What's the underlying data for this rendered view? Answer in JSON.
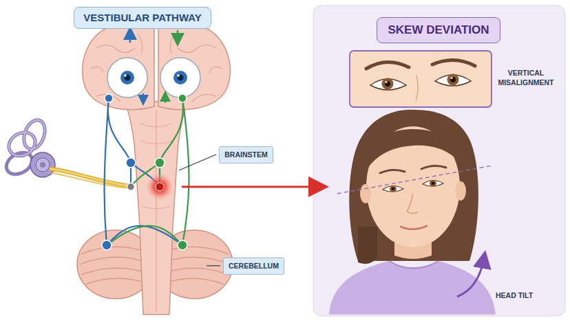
{
  "diagram": {
    "nodes": [
      {
        "text": [
          "VESTIBULAR PATHWAY"
        ]
      },
      {
        "text": [
          "SKEW DEVIATION"
        ]
      },
      {
        "text": [
          "BRAINSTEM"
        ]
      },
      {
        "text": [
          "CEREBELLUM"
        ]
      }
    ],
    "labels": [
      "VERTICAL MISALIGNMENT",
      "HEAD TILT"
    ]
  }
}
